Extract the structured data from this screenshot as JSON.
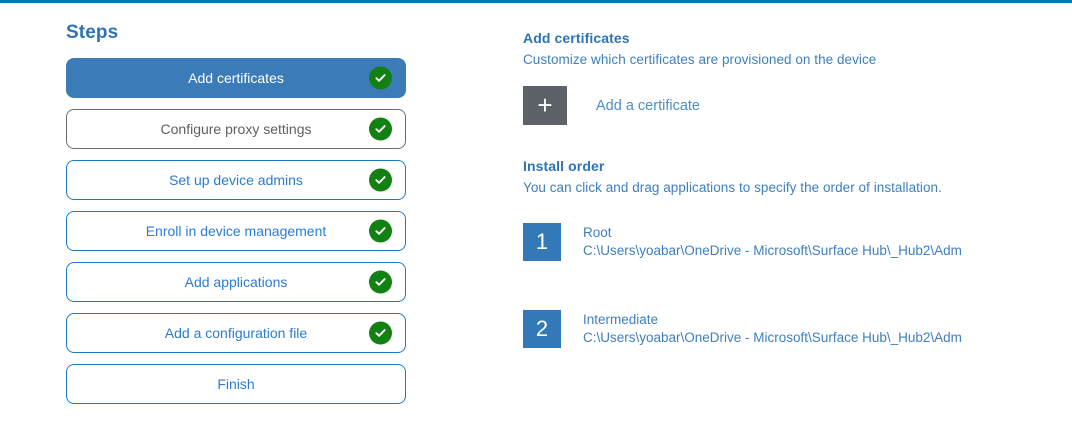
{
  "theme": {
    "accent_bar": "#0078b4",
    "heading_blue": "#2e74b5",
    "link_blue": "#3f7fbd",
    "active_step_fill": "#3b7cb8",
    "outline_blue": "#1a7ac7",
    "muted_gray": "#6b6b6b",
    "check_green": "#128012",
    "plus_gray": "#5c6268",
    "index_blue": "#3479b7"
  },
  "steps": {
    "title": "Steps",
    "items": [
      {
        "label": "Add certificates",
        "state": "active",
        "completed": true
      },
      {
        "label": "Configure proxy settings",
        "state": "muted",
        "completed": true
      },
      {
        "label": "Set up device admins",
        "state": "outline",
        "completed": true
      },
      {
        "label": "Enroll in device management",
        "state": "outline",
        "completed": true
      },
      {
        "label": "Add applications",
        "state": "outline",
        "completed": true
      },
      {
        "label": "Add a configuration file",
        "state": "outline",
        "completed": true
      },
      {
        "label": "Finish",
        "state": "outline",
        "completed": false
      }
    ]
  },
  "detail": {
    "heading": "Add certificates",
    "subtitle": "Customize which certificates are provisioned on the device",
    "add_certificate": {
      "icon": "plus-icon",
      "glyph": "+",
      "label": "Add a certificate"
    },
    "install_order": {
      "heading": "Install order",
      "description": "You can click and drag applications to specify the order of installation.",
      "items": [
        {
          "index": "1",
          "name": "Root",
          "path": "C:\\Users\\yoabar\\OneDrive - Microsoft\\Surface Hub\\_Hub2\\Adm"
        },
        {
          "index": "2",
          "name": "Intermediate",
          "path": "C:\\Users\\yoabar\\OneDrive - Microsoft\\Surface Hub\\_Hub2\\Adm"
        }
      ]
    }
  }
}
